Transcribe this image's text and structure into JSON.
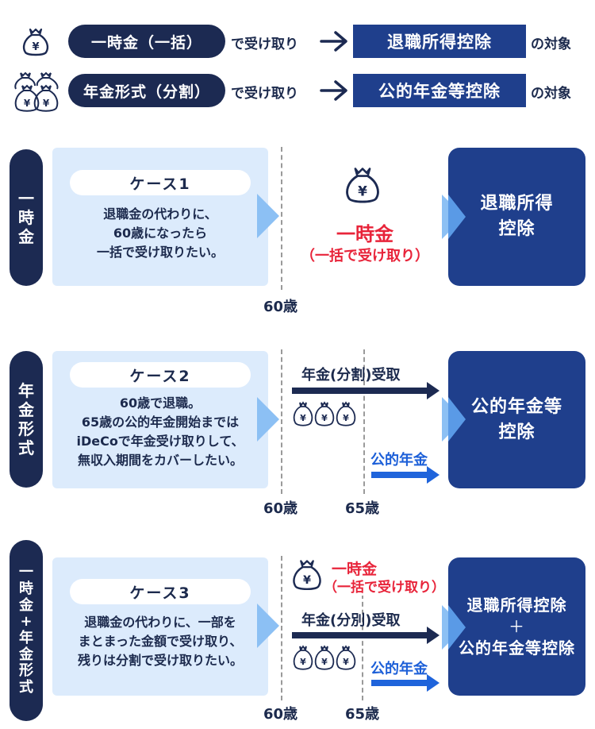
{
  "legend": [
    {
      "icon": "money-bag-icon",
      "pill": "一時金（一括）",
      "suffix": "で受け取り",
      "arrow": "→",
      "deduction": "退職所得控除",
      "target": "の対象"
    },
    {
      "icon": "money-bags-stack-icon",
      "pill": "年金形式（分割）",
      "suffix": "で受け取り",
      "arrow": "→",
      "deduction": "公的年金等控除",
      "target": "の対象"
    }
  ],
  "cases": [
    {
      "side_label": [
        "一",
        "時",
        "金"
      ],
      "title": "ケース1",
      "description": [
        "退職金の代わりに、",
        "60歳になったら",
        "一括で受け取りたい。"
      ],
      "timeline": {
        "lump_sum_label": "一時金",
        "lump_sum_sub": "（一括で受け取り）",
        "ages": [
          "60歳"
        ]
      },
      "result": [
        "退職所得",
        "控除"
      ]
    },
    {
      "side_label": [
        "年",
        "金",
        "形",
        "式"
      ],
      "title": "ケース2",
      "description": [
        "60歳で退職。",
        "65歳の公的年金開始までは",
        "iDeCoで年金受け取りして、",
        "無収入期間をカバーしたい。"
      ],
      "timeline": {
        "pension_label": "年金(分割)受取",
        "public_pension_label": "公的年金",
        "ages": [
          "60歳",
          "65歳"
        ]
      },
      "result": [
        "公的年金等",
        "控除"
      ]
    },
    {
      "side_label": [
        "一",
        "時",
        "金",
        "+",
        "年",
        "金",
        "形",
        "式"
      ],
      "title": "ケース3",
      "description": [
        "退職金の代わりに、一部を",
        "まとまった金額で受け取り、",
        "残りは分割で受け取りたい。"
      ],
      "timeline": {
        "lump_sum_label": "一時金",
        "lump_sum_sub": "（一括で受け取り）",
        "pension_label": "年金(分別)受取",
        "public_pension_label": "公的年金",
        "ages": [
          "60歳",
          "65歳"
        ]
      },
      "result": [
        "退職所得控除",
        "＋",
        "公的年金等控除"
      ]
    }
  ],
  "colors": {
    "navy": "#1c2a52",
    "result_blue": "#1f3f8c",
    "card_bg": "#dcebfc",
    "red": "#e8243a",
    "public_pension_blue": "#1f64db",
    "chevron_light": "#8cc0f4"
  }
}
